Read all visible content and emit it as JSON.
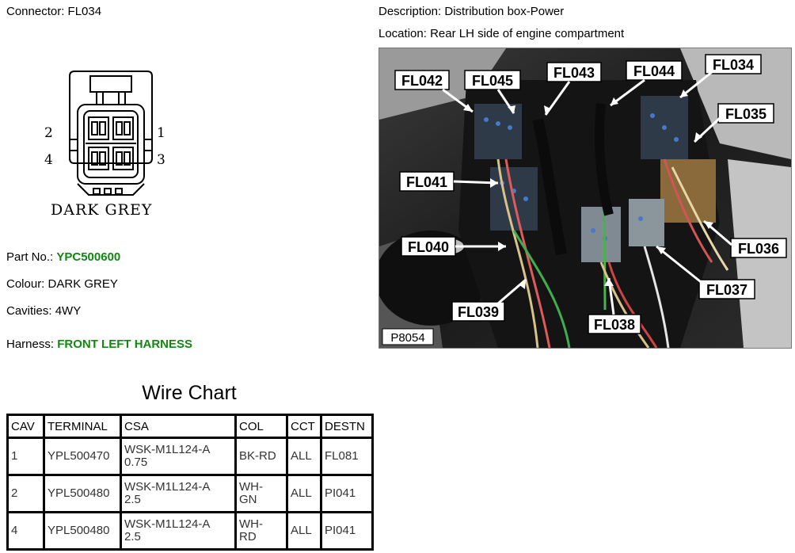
{
  "connector": {
    "label": "Connector:",
    "value": "FL034"
  },
  "description": {
    "label": "Description:",
    "value": "Distribution box-Power"
  },
  "location": {
    "label": "Location:",
    "value": "Rear LH side of engine compartment"
  },
  "drawing": {
    "cavity_labels": {
      "c1": "1",
      "c2": "2",
      "c3": "3",
      "c4": "4"
    },
    "colour_caption": "DARK GREY"
  },
  "part_no": {
    "label": "Part No.:",
    "value": "YPC500600"
  },
  "colour": {
    "label": "Colour:",
    "value": "DARK GREY"
  },
  "cavities": {
    "label": "Cavities:",
    "value": "4WY"
  },
  "harness": {
    "label": "Harness:",
    "value": "FRONT LEFT HARNESS"
  },
  "photo": {
    "code": "P8054",
    "callouts": {
      "fl042": "FL042",
      "fl045": "FL045",
      "fl043": "FL043",
      "fl044": "FL044",
      "fl034": "FL034",
      "fl035": "FL035",
      "fl041": "FL041",
      "fl040": "FL040",
      "fl036": "FL036",
      "fl037": "FL037",
      "fl039": "FL039",
      "fl038": "FL038"
    }
  },
  "colors": {
    "link_green": "#118811"
  },
  "wire_chart": {
    "title": "Wire Chart",
    "headers": {
      "cav": "CAV",
      "terminal": "TERMINAL",
      "csa": "CSA",
      "col": "COL",
      "cct": "CCT",
      "destn": "DESTN"
    },
    "rows": [
      {
        "cav": "1",
        "terminal": "YPL500470",
        "csa1": "WSK-M1L124-A",
        "csa2": "0.75",
        "col1": "BK-RD",
        "col2": "",
        "cct": "ALL",
        "destn": "FL081"
      },
      {
        "cav": "2",
        "terminal": "YPL500480",
        "csa1": "WSK-M1L124-A",
        "csa2": "2.5",
        "col1": "WH-",
        "col2": "GN",
        "cct": "ALL",
        "destn": "PI041"
      },
      {
        "cav": "4",
        "terminal": "YPL500480",
        "csa1": "WSK-M1L124-A",
        "csa2": "2.5",
        "col1": "WH-",
        "col2": "RD",
        "cct": "ALL",
        "destn": "PI041"
      }
    ]
  }
}
